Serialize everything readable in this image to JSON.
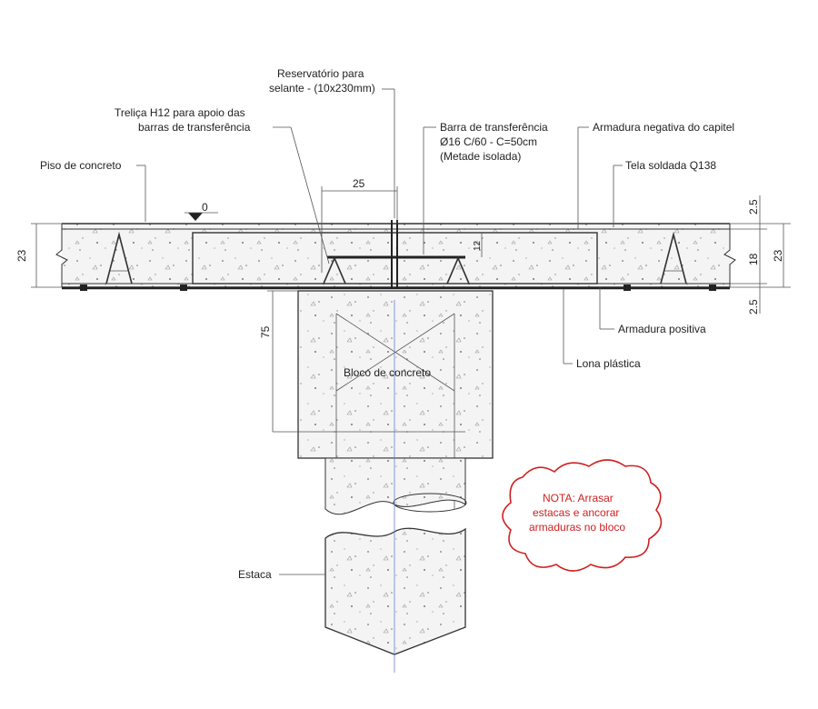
{
  "labels": {
    "reservatorio_line1": "Reservatório para",
    "reservatorio_line2": "selante - (10x230mm)",
    "trelica_line1": "Treliça H12 para apoio das",
    "trelica_line2": "barras de transferência",
    "barra_line1": "Barra de transferência",
    "barra_line2": "Ø16 C/60 - C=50cm",
    "barra_line3": "(Metade isolada)",
    "armadura_negativa": "Armadura negativa do capitel",
    "piso": "Piso de concreto",
    "tela": "Tela soldada Q138",
    "armadura_positiva": "Armadura positiva",
    "lona": "Lona plástica",
    "bloco": "Bloco de concreto",
    "estaca": "Estaca",
    "level_zero": "0"
  },
  "dimensions": {
    "top_width": "25",
    "slab_left": "23",
    "slab_right_total": "23",
    "cover_top": "2.5",
    "core": "18",
    "cover_bottom": "2.5",
    "bar_gap": "12",
    "block_depth": "75"
  },
  "note": {
    "line1": "NOTA: Arrasar",
    "line2": "estacas e ancorar",
    "line3": "armaduras no bloco"
  },
  "colors": {
    "line": "#333333",
    "concrete_fill": "#f3f3f3",
    "note_red": "#d02020"
  }
}
